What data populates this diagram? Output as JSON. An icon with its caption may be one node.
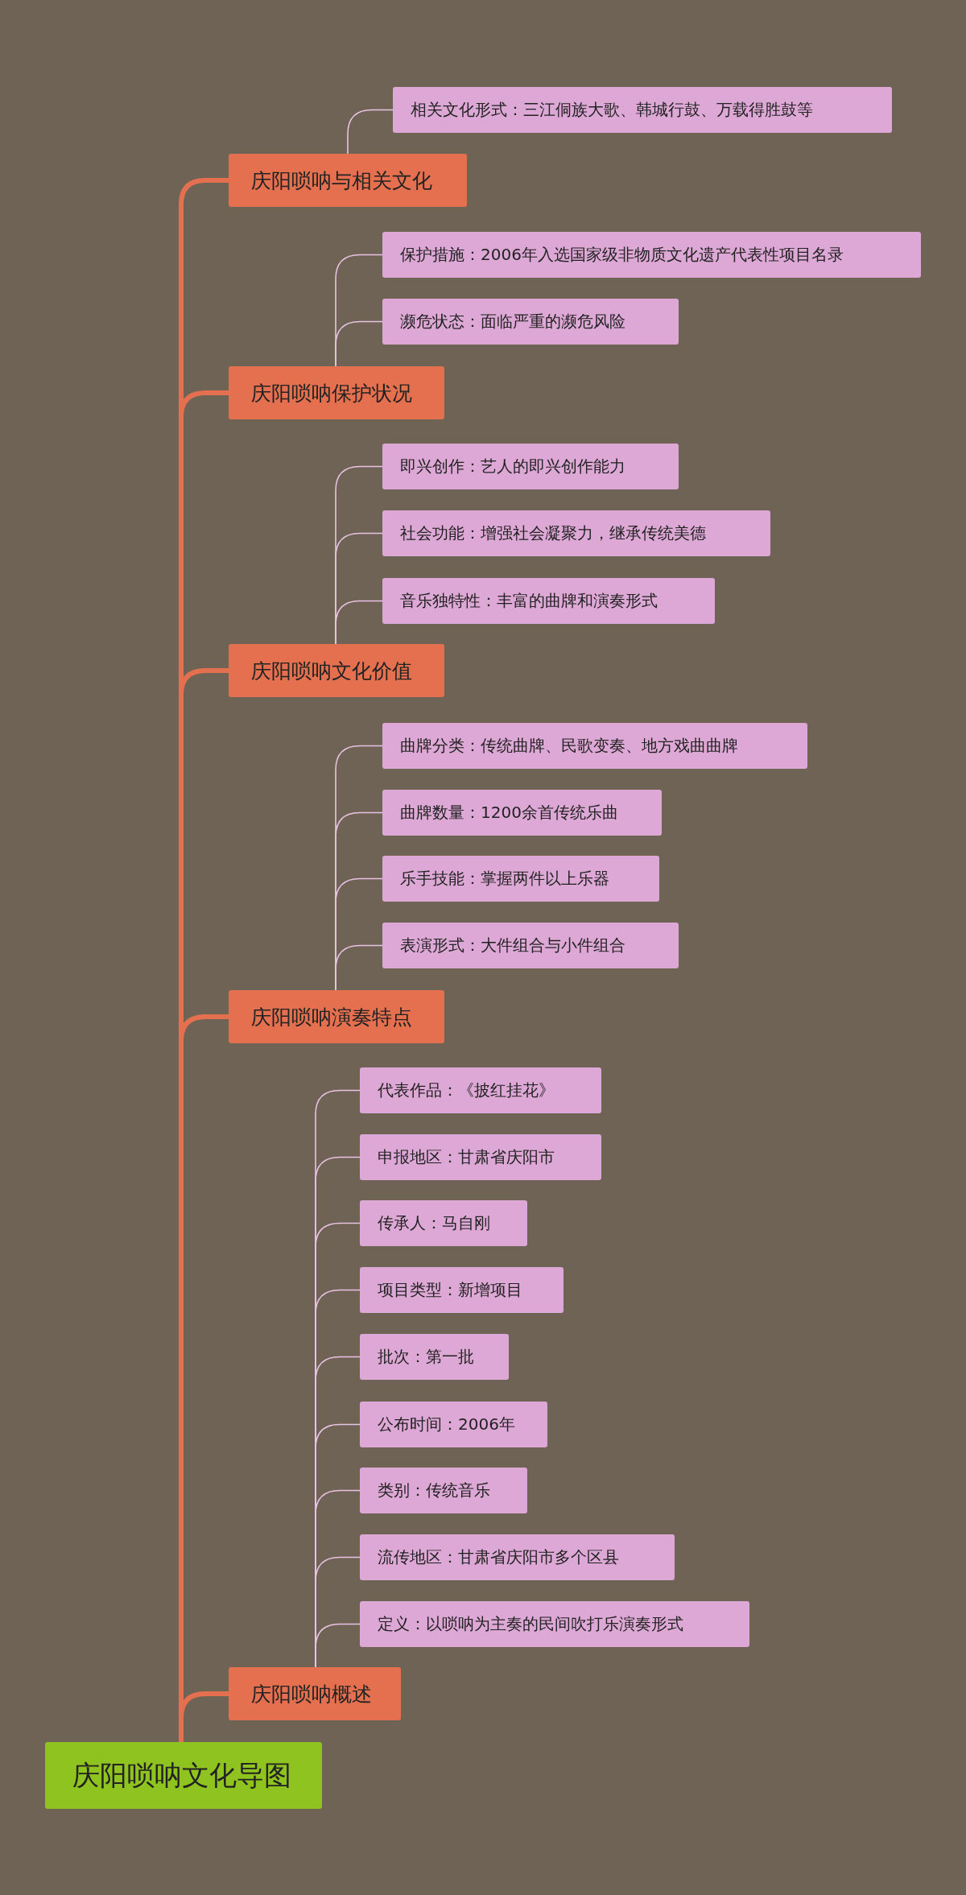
{
  "diagram": {
    "nodes": [
      {
        "text": [
          "庆阳唢呐文化导图"
        ]
      },
      {
        "text": [
          "庆阳唢呐与相关文化"
        ]
      },
      {
        "text": [
          "相关文化形式：三江侗族大歌、韩城行鼓、万载得胜鼓等"
        ]
      },
      {
        "text": [
          "庆阳唢呐保护状况"
        ]
      },
      {
        "text": [
          "保护措施：2006年入选国家级非物质文化遗产代表性项目名录"
        ]
      },
      {
        "text": [
          "濒危状态：面临严重的濒危风险"
        ]
      },
      {
        "text": [
          "庆阳唢呐文化价值"
        ]
      },
      {
        "text": [
          "即兴创作：艺人的即兴创作能力"
        ]
      },
      {
        "text": [
          "社会功能：增强社会凝聚力，继承传统美德"
        ]
      },
      {
        "text": [
          "音乐独特性：丰富的曲牌和演奏形式"
        ]
      },
      {
        "text": [
          "庆阳唢呐演奏特点"
        ]
      },
      {
        "text": [
          "曲牌分类：传统曲牌、民歌变奏、地方戏曲曲牌"
        ]
      },
      {
        "text": [
          "曲牌数量：1200余首传统乐曲"
        ]
      },
      {
        "text": [
          "乐手技能：掌握两件以上乐器"
        ]
      },
      {
        "text": [
          "表演形式：大件组合与小件组合"
        ]
      },
      {
        "text": [
          "庆阳唢呐概述"
        ]
      },
      {
        "text": [
          "代表作品：《披红挂花》"
        ]
      },
      {
        "text": [
          "申报地区：甘肃省庆阳市"
        ]
      },
      {
        "text": [
          "传承人：马自刚"
        ]
      },
      {
        "text": [
          "项目类型：新增项目"
        ]
      },
      {
        "text": [
          "批次：第一批"
        ]
      },
      {
        "text": [
          "公布时间：2006年"
        ]
      },
      {
        "text": [
          "类别：传统音乐"
        ]
      },
      {
        "text": [
          "流传地区：甘肃省庆阳市多个区县"
        ]
      },
      {
        "text": [
          "定义：以唢呐为主奏的民间吹打乐演奏形式"
        ]
      }
    ],
    "edges": [
      {
        "from": 0,
        "to": 1,
        "arrow": "none",
        "style": "thick",
        "color": "#e5704f"
      },
      {
        "from": 1,
        "to": 2,
        "arrow": "none"
      },
      {
        "from": 0,
        "to": 3,
        "arrow": "none",
        "style": "thick",
        "color": "#e5704f"
      },
      {
        "from": 3,
        "to": 4,
        "arrow": "none"
      },
      {
        "from": 3,
        "to": 5,
        "arrow": "none"
      },
      {
        "from": 0,
        "to": 6,
        "arrow": "none",
        "style": "thick",
        "color": "#e5704f"
      },
      {
        "from": 6,
        "to": 7,
        "arrow": "none"
      },
      {
        "from": 6,
        "to": 8,
        "arrow": "none"
      },
      {
        "from": 6,
        "to": 9,
        "arrow": "none"
      },
      {
        "from": 0,
        "to": 10,
        "arrow": "none",
        "style": "thick",
        "color": "#e5704f"
      },
      {
        "from": 10,
        "to": 11,
        "arrow": "none"
      },
      {
        "from": 10,
        "to": 12,
        "arrow": "none"
      },
      {
        "from": 10,
        "to": 13,
        "arrow": "none"
      },
      {
        "from": 10,
        "to": 14,
        "arrow": "none"
      },
      {
        "from": 0,
        "to": 15,
        "arrow": "none",
        "style": "thick",
        "color": "#e5704f"
      },
      {
        "from": 15,
        "to": 16,
        "arrow": "none"
      },
      {
        "from": 15,
        "to": 17,
        "arrow": "none"
      },
      {
        "from": 15,
        "to": 18,
        "arrow": "none"
      },
      {
        "from": 15,
        "to": 19,
        "arrow": "none"
      },
      {
        "from": 15,
        "to": 20,
        "arrow": "none"
      },
      {
        "from": 15,
        "to": 21,
        "arrow": "none"
      },
      {
        "from": 15,
        "to": 22,
        "arrow": "none"
      },
      {
        "from": 15,
        "to": 23,
        "arrow": "none"
      },
      {
        "from": 15,
        "to": 24,
        "arrow": "none"
      }
    ]
  }
}
